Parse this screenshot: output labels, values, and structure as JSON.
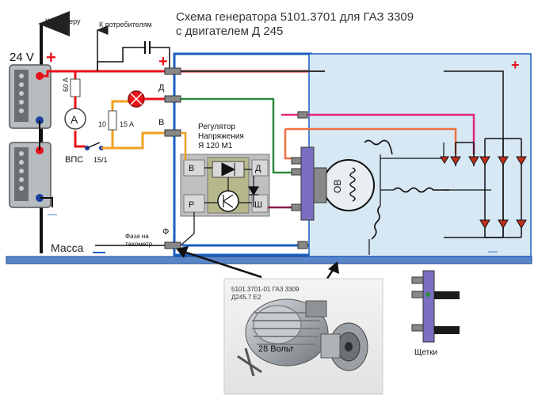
{
  "title": {
    "line1": "Схема генератора 5101.3701 для ГАЗ 3309",
    "line2": "с двигателем Д 245"
  },
  "labels": {
    "to_starter": "К стартеру",
    "to_consumers": "К потребителям",
    "voltage": "24 V",
    "plus": "+",
    "minus": "—",
    "fuse_60": "60 A",
    "ammeter": "A",
    "vps": "ВПС",
    "vps_pos": "15/1",
    "fuse_10": "10",
    "fuse_15": "15 A",
    "terminal_d": "Д",
    "terminal_v": "В",
    "terminal_f": "Ф",
    "regulator_line1": "Регулятор",
    "regulator_line2": "Напряжения",
    "regulator_line3": "Я 120 М1",
    "reg_v": "В",
    "reg_d": "Д",
    "reg_r": "Р",
    "reg_sh": "Ш",
    "ov": "ОВ",
    "phase_line1": "Фаза на",
    "phase_line2": "тахометр",
    "mass": "Масса",
    "gen_plus": "+",
    "gen_minus": "—",
    "photo_label1": "5101.3701-01 ГАЗ 3309",
    "photo_label2": "Д245.7 Е2",
    "photo_volts": "28 Вольт",
    "brushes": "Щетки"
  },
  "colors": {
    "red_wire": "#e8121a",
    "orange_wire": "#f0a020",
    "green_wire": "#2e8b3e",
    "pink_wire": "#e0287a",
    "blue_frame": "#1a5fc0",
    "ground_bar": "#5a86c8",
    "generator_fill": "#d6e8f4",
    "regulator_fill": "#bfbfbf"
  }
}
